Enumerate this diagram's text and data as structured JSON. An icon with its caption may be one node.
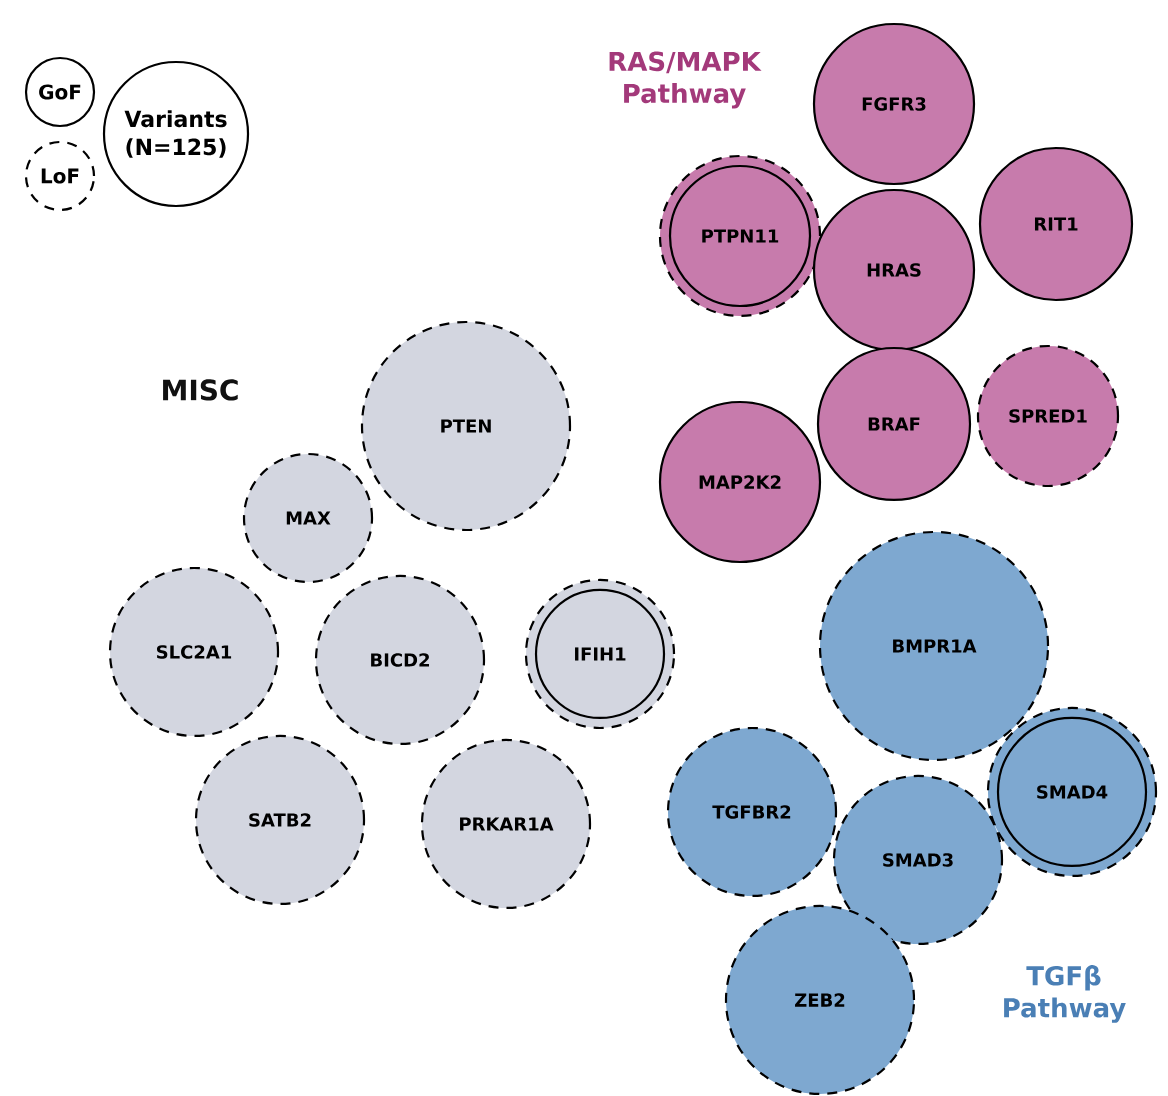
{
  "diagram": {
    "nodes": [
      {
        "text": [
          "FGFR3"
        ]
      },
      {
        "text": [
          "PTPN11"
        ]
      },
      {
        "text": [
          "HRAS"
        ]
      },
      {
        "text": [
          "RIT1"
        ]
      },
      {
        "text": [
          "BRAF"
        ]
      },
      {
        "text": [
          "SPRED1"
        ]
      },
      {
        "text": [
          "MAP2K2"
        ]
      },
      {
        "text": [
          "PTEN"
        ]
      },
      {
        "text": [
          "MAX"
        ]
      },
      {
        "text": [
          "SLC2A1"
        ]
      },
      {
        "text": [
          "BICD2"
        ]
      },
      {
        "text": [
          "IFIH1"
        ]
      },
      {
        "text": [
          "SATB2"
        ]
      },
      {
        "text": [
          "PRKAR1A"
        ]
      },
      {
        "text": [
          "BMPR1A"
        ]
      },
      {
        "text": [
          "TGFBR2"
        ]
      },
      {
        "text": [
          "SMAD4"
        ]
      },
      {
        "text": [
          "SMAD3"
        ]
      },
      {
        "text": [
          "ZEB2"
        ]
      }
    ],
    "labels": [
      "RAS/MAPK Pathway",
      "MISC",
      "TGFβ Pathway"
    ],
    "legend": [
      {
        "text": "GoF"
      },
      {
        "text": "LoF"
      },
      {
        "text": "Variants (N=125)"
      }
    ]
  }
}
